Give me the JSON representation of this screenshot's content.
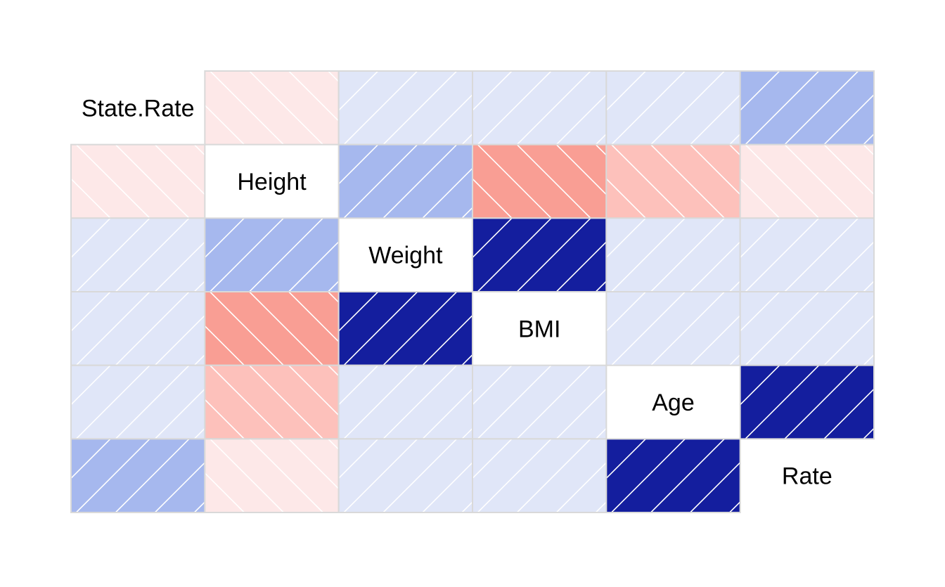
{
  "chart_data": {
    "type": "heatmap",
    "subtype": "correlogram",
    "variables": [
      "State.Rate",
      "Height",
      "Weight",
      "BMI",
      "Age",
      "Rate"
    ],
    "correlation_sign": [
      [
        null,
        "negative",
        "positive",
        "positive",
        "positive",
        "positive"
      ],
      [
        "negative",
        null,
        "positive",
        "negative",
        "negative",
        "negative"
      ],
      [
        "positive",
        "positive",
        null,
        "positive",
        "positive",
        "positive"
      ],
      [
        "positive",
        "negative",
        "positive",
        null,
        "positive",
        "positive"
      ],
      [
        "positive",
        "negative",
        "positive",
        "positive",
        null,
        "positive"
      ],
      [
        "positive",
        "negative",
        "positive",
        "positive",
        "positive",
        null
      ]
    ],
    "correlation_strength": [
      [
        null,
        0.1,
        0.1,
        0.1,
        0.1,
        0.35
      ],
      [
        0.1,
        null,
        0.35,
        0.55,
        0.35,
        0.1
      ],
      [
        0.1,
        0.35,
        null,
        0.95,
        0.1,
        0.1
      ],
      [
        0.1,
        0.55,
        0.95,
        null,
        0.1,
        0.1
      ],
      [
        0.1,
        0.35,
        0.1,
        0.1,
        null,
        0.95
      ],
      [
        0.35,
        0.1,
        0.1,
        0.1,
        0.95,
        null
      ]
    ],
    "colors": {
      "positive_weak": "#e0e6f8",
      "positive_moderate": "#a6b8ee",
      "positive_strong": "#141e9e",
      "negative_weak": "#fde8e8",
      "negative_moderate": "#fdc1bb",
      "negative_medium": "#f99e94",
      "grid_line": "#d9d9d9",
      "hatch": "#ffffff"
    },
    "legend": "none"
  }
}
